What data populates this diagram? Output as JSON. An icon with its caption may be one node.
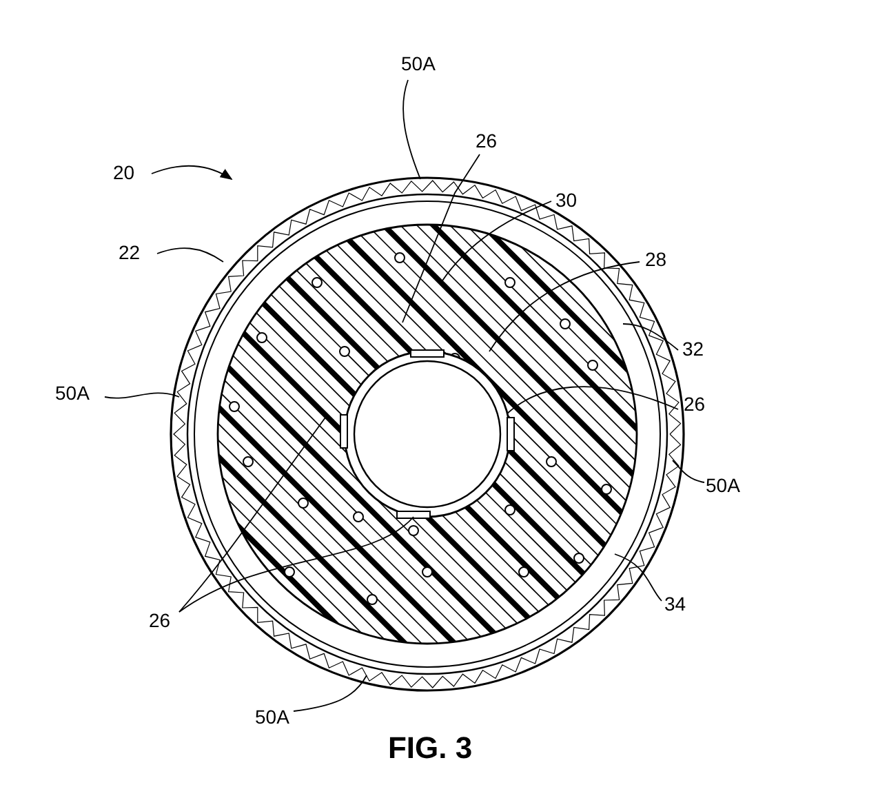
{
  "diagram": {
    "caption": "FIG. 3",
    "nodes": [
      {
        "text": [
          "50A"
        ]
      },
      {
        "text": [
          "20"
        ]
      },
      {
        "text": [
          "26"
        ]
      },
      {
        "text": [
          "30"
        ]
      },
      {
        "text": [
          "22"
        ]
      },
      {
        "text": [
          "28"
        ]
      },
      {
        "text": [
          "32"
        ]
      },
      {
        "text": [
          "50A"
        ]
      },
      {
        "text": [
          "26"
        ]
      },
      {
        "text": [
          "50A"
        ]
      },
      {
        "text": [
          "26"
        ]
      },
      {
        "text": [
          "34"
        ]
      },
      {
        "text": [
          "50A"
        ]
      }
    ],
    "edges": [
      {
        "from": 0,
        "to": null,
        "arrow": "none"
      },
      {
        "from": 1,
        "to": null,
        "arrow": "to"
      },
      {
        "from": 2,
        "to": null,
        "arrow": "none"
      },
      {
        "from": 3,
        "to": null,
        "arrow": "none"
      },
      {
        "from": 4,
        "to": null,
        "arrow": "none"
      },
      {
        "from": 5,
        "to": null,
        "arrow": "none"
      },
      {
        "from": 6,
        "to": null,
        "arrow": "none"
      },
      {
        "from": 7,
        "to": null,
        "arrow": "none"
      },
      {
        "from": 8,
        "to": null,
        "arrow": "none"
      },
      {
        "from": 9,
        "to": null,
        "arrow": "none"
      },
      {
        "from": 10,
        "to": null,
        "arrow": "none"
      },
      {
        "from": 10,
        "to": null,
        "arrow": "none"
      },
      {
        "from": 11,
        "to": null,
        "arrow": "none"
      },
      {
        "from": 12,
        "to": null,
        "arrow": "none"
      }
    ]
  }
}
